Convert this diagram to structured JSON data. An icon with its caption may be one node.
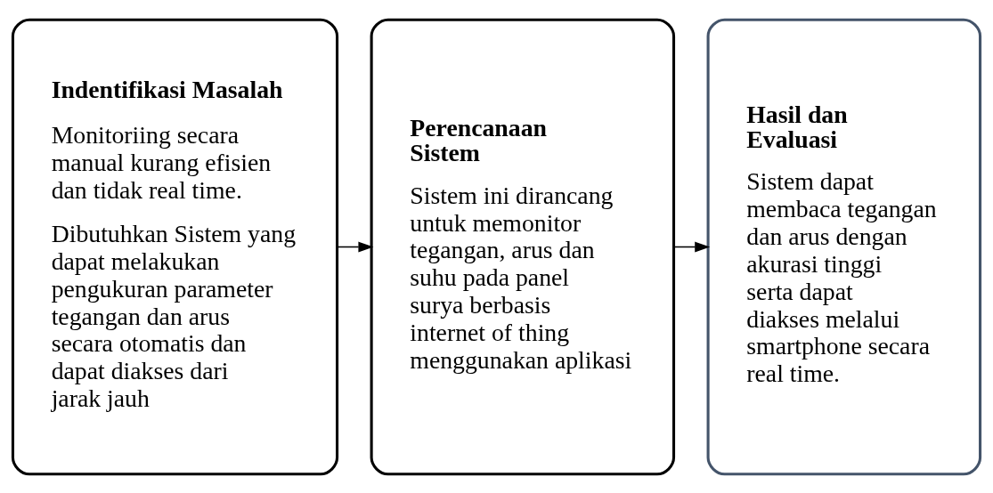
{
  "diagram": {
    "nodes": [
      {
        "text": [
          "Indentifikasi Masalah",
          "Monitoriing secara manual kurang efisien dan tidak real time.",
          "Dibutuhkan Sistem yang dapat melakukan pengukuran parameter tegangan dan arus secara otomatis dan dapat diakses dari jarak jauh"
        ]
      },
      {
        "text": [
          "Perencanaan Sistem",
          "Sistem ini dirancang untuk memonitor tegangan, arus dan suhu pada panel surya berbasis internet of thing menggunakan aplikasi"
        ]
      },
      {
        "text": [
          "Hasil dan Evaluasi",
          "Sistem dapat membaca tegangan dan arus dengan akurasi tinggi  serta dapat diakses melalui smartphone secara real time."
        ]
      }
    ],
    "edges": [
      {
        "from": 0,
        "to": 1,
        "arrow": "to"
      },
      {
        "from": 1,
        "to": 2,
        "arrow": "to"
      }
    ]
  }
}
